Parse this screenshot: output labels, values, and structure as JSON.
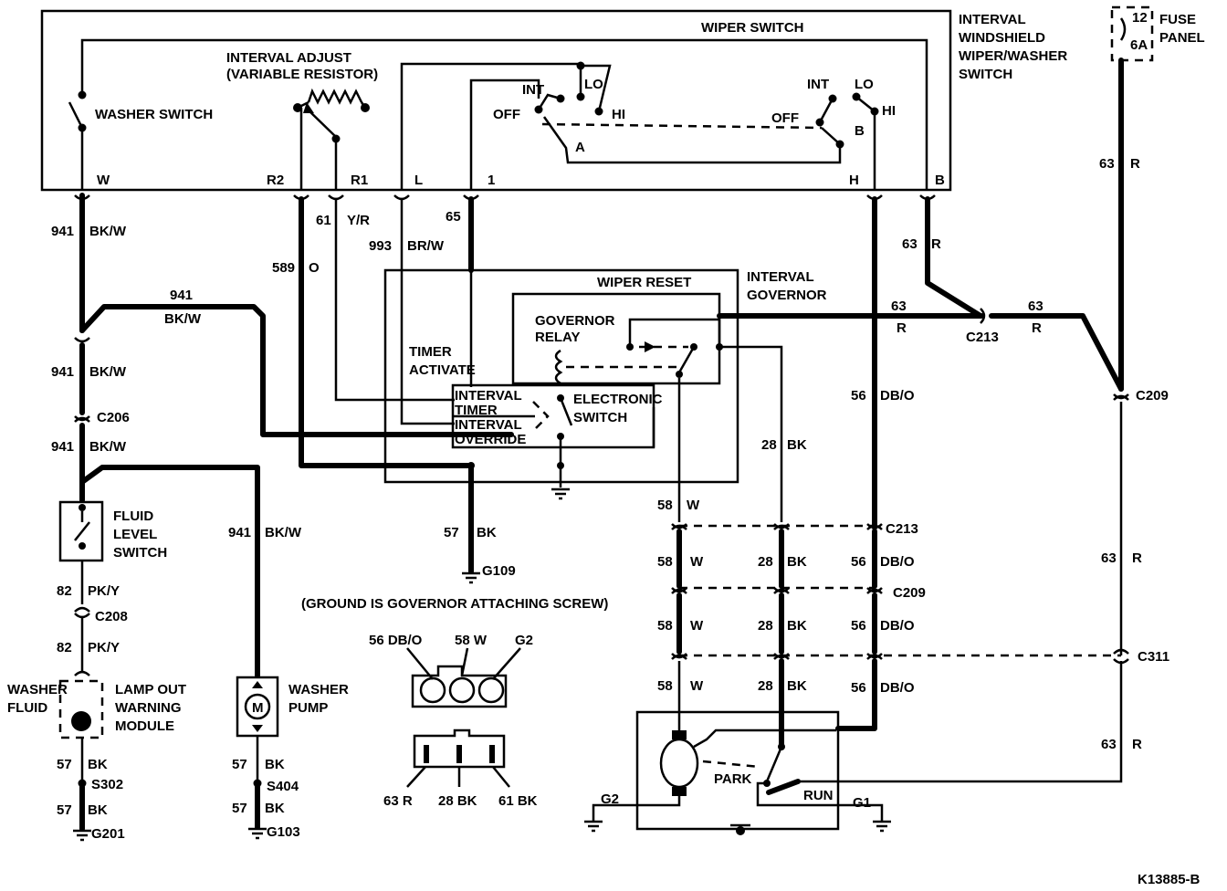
{
  "diagram_title": "K13885-B",
  "components": {
    "wiper_switch": "WIPER SWITCH",
    "interval_switch": [
      "INTERVAL",
      "WINDSHIELD",
      "WIPER/WASHER",
      "SWITCH"
    ],
    "fuse_panel": [
      "FUSE",
      "PANEL"
    ],
    "fuse_rating": [
      "12",
      "6A"
    ],
    "washer_switch": "WASHER SWITCH",
    "interval_adjust": [
      "INTERVAL ADJUST",
      "(VARIABLE RESISTOR)"
    ],
    "wiper_reset": "WIPER RESET",
    "interval_governor": [
      "INTERVAL",
      "GOVERNOR"
    ],
    "governor_relay": [
      "GOVERNOR",
      "RELAY"
    ],
    "timer_activate": [
      "TIMER",
      "ACTIVATE"
    ],
    "interval_timer": [
      "INTERVAL",
      "TIMER"
    ],
    "interval_override": [
      "INTERVAL",
      "OVERRIDE"
    ],
    "electronic_switch": [
      "ELECTRONIC",
      "SWITCH"
    ],
    "fluid_level_switch": [
      "FLUID",
      "LEVEL",
      "SWITCH"
    ],
    "washer_fluid": [
      "WASHER",
      "FLUID"
    ],
    "lamp_out_module": [
      "LAMP OUT",
      "WARNING",
      "MODULE"
    ],
    "washer_pump": [
      "WASHER",
      "PUMP"
    ],
    "pump_motor": "M",
    "ground_note": "(GROUND IS GOVERNOR ATTACHING SCREW)",
    "park": "PARK",
    "run": "RUN"
  },
  "switch_positions": {
    "left": {
      "int": "INT",
      "lo": "LO",
      "off": "OFF",
      "hi": "HI",
      "contact": "A"
    },
    "right": {
      "int": "INT",
      "lo": "LO",
      "off": "OFF",
      "hi": "HI",
      "contact": "B"
    }
  },
  "terminals": {
    "w": "W",
    "r2": "R2",
    "r1": "R1",
    "l": "L",
    "one": "1",
    "h": "H",
    "b": "B"
  },
  "wires": {
    "w941_a": "941",
    "w941_a_c": "BK/W",
    "w941_top": "941",
    "w941_top_c": "BK/W",
    "w941_b": "941",
    "w941_b_c": "BK/W",
    "w941_c": "941",
    "w941_c_c": "BK/W",
    "w941_pump": "941",
    "w941_pump_c": "BK/W",
    "w61": "61",
    "w61_c": "Y/R",
    "w65": "65",
    "w993": "993",
    "w993_c": "BR/W",
    "w589": "589",
    "w589_c": "O",
    "w63_b": "63",
    "w63_b_c": "R",
    "w63_gov": "63",
    "w63_gov_c": "R",
    "w63_c213": "63",
    "w63_c213_c": "R",
    "w63_top": "63",
    "w63_top_c": "R",
    "w63_mid": "63",
    "w63_mid_c": "R",
    "w63_low": "63",
    "w63_low_c": "R",
    "w56_a": "56",
    "w56_a_c": "DB/O",
    "w56_b": "56",
    "w56_b_c": "DB/O",
    "w56_c": "56",
    "w56_c_c": "DB/O",
    "w56_d": "56",
    "w56_d_c": "DB/O",
    "w28_a": "28",
    "w28_a_c": "BK",
    "w28_b": "28",
    "w28_b_c": "BK",
    "w28_c": "28",
    "w28_c_c": "BK",
    "w28_d": "28",
    "w28_d_c": "BK",
    "w58_a": "58",
    "w58_a_c": "W",
    "w58_b": "58",
    "w58_b_c": "W",
    "w58_c": "58",
    "w58_c_c": "W",
    "w58_d": "58",
    "w58_d_c": "W",
    "w57_gov": "57",
    "w57_gov_c": "BK",
    "w82_a": "82",
    "w82_a_c": "PK/Y",
    "w82_b": "82",
    "w82_b_c": "PK/Y",
    "w57_l1": "57",
    "w57_l1_c": "BK",
    "w57_l2": "57",
    "w57_l2_c": "BK",
    "w57_p1": "57",
    "w57_p1_c": "BK",
    "w57_p2": "57",
    "w57_p2_c": "BK"
  },
  "connectors": {
    "c206": "C206",
    "c208": "C208",
    "c213": "C213",
    "c213_b": "C213",
    "c209": "C209",
    "c209_b": "C209",
    "c311": "C311",
    "g109": "G109",
    "g201": "G201",
    "g103": "G103",
    "s302": "S302",
    "s404": "S404",
    "g1": "G1",
    "g2": "G2"
  },
  "plug": {
    "top_left": "56 DB/O",
    "top_mid": "58 W",
    "top_right": "G2",
    "bot_left": "63 R",
    "bot_mid": "28 BK",
    "bot_right": "61 BK"
  }
}
